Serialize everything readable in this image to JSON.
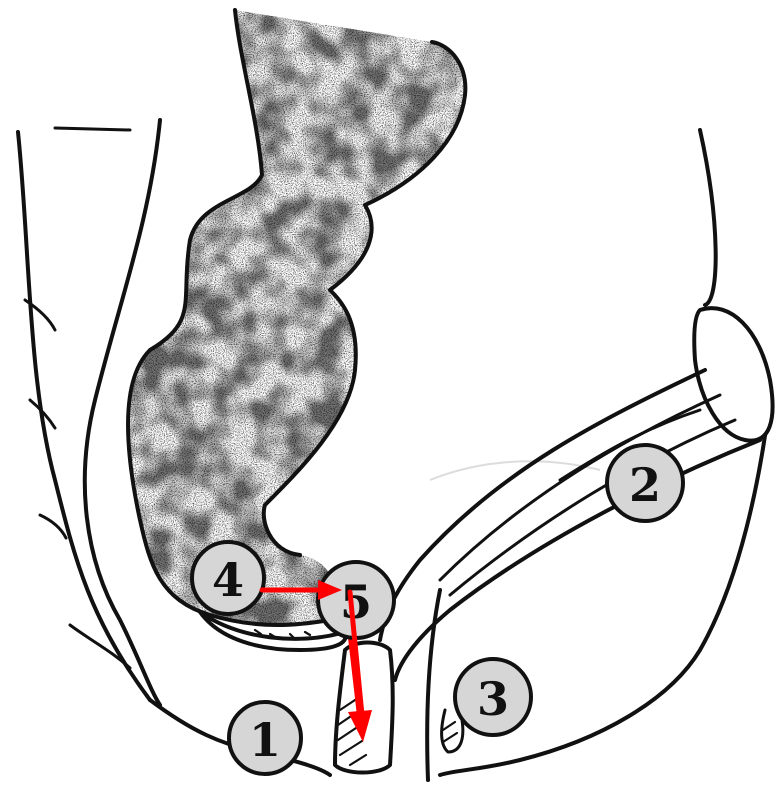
{
  "labels": {
    "l1": "1",
    "l2": "2",
    "l3": "3",
    "l4": "4",
    "l5": "5"
  },
  "colors": {
    "arrow": "#ff0000",
    "badge_fill": "#d6d6d6",
    "line": "#111111",
    "stipple": "#222222"
  }
}
